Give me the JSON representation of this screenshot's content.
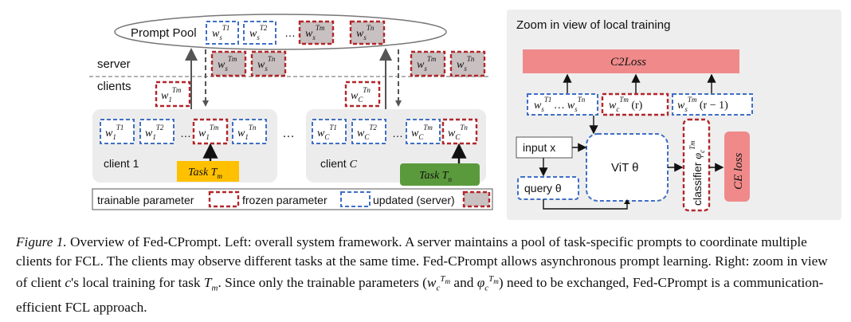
{
  "left": {
    "prompt_pool_label": "Prompt Pool",
    "pool_prompts": [
      "w_s^{T_1}",
      "w_s^{T_2}",
      "…",
      "w_s^{T_m}",
      "w_s^{T_n}"
    ],
    "server_label": "server",
    "clients_label": "clients",
    "server_updated": [
      "w_s^{T_m}",
      "w_s^{T_n}"
    ],
    "upload_prompts": [
      "w_1^{T_m}",
      "w_C^{T_n}"
    ],
    "client1": {
      "label": "client 1",
      "prompts": [
        "w_1^{T_1}",
        "w_1^{T_2}",
        "…",
        "w_1^{T_m}",
        "w_1^{T_n}"
      ],
      "task": "Task T_m",
      "task_color": "#ffc000"
    },
    "ellipsis": "…",
    "clientC": {
      "label": "client C",
      "prompts": [
        "w_C^{T_1}",
        "w_C^{T_2}",
        "…",
        "w_C^{T_m}",
        "w_C^{T_n}"
      ],
      "task": "Task T_n",
      "task_color": "#5b9a3c"
    },
    "legend": {
      "trainable": "trainable parameter",
      "frozen": "frozen parameter",
      "updated": "updated (server)"
    }
  },
  "right": {
    "title": "Zoom in view of local training",
    "c2loss": "C2Loss",
    "prompt_row": [
      "w_s^{T_1} … w_s^{T_n}",
      "w_c^{T_m} (r)",
      "w_s^{T_m} (r − 1)"
    ],
    "input": "input x",
    "query": "query θ",
    "vit": "ViT θ",
    "classifier": "classifier φ_c^{T_m}",
    "ce_loss": "CE loss",
    "colors": {
      "loss_fill": "#f08a8a",
      "panel_bg": "#eeeeee"
    }
  },
  "caption": {
    "figure_label": "Figure 1.",
    "text": "Overview of Fed-CPrompt. Left: overall system framework. A server maintains a pool of task-specific prompts to coordinate multiple clients for FCL. The clients may observe different tasks at the same time. Fed-CPrompt allows asynchronous prompt learning. Right: zoom in view of client c's local training for task T_m. Since only the trainable parameters (w_c^{T_m} and φ_c^{T_m}) need to be exchanged, Fed-CPrompt is a communication-efficient FCL approach."
  }
}
